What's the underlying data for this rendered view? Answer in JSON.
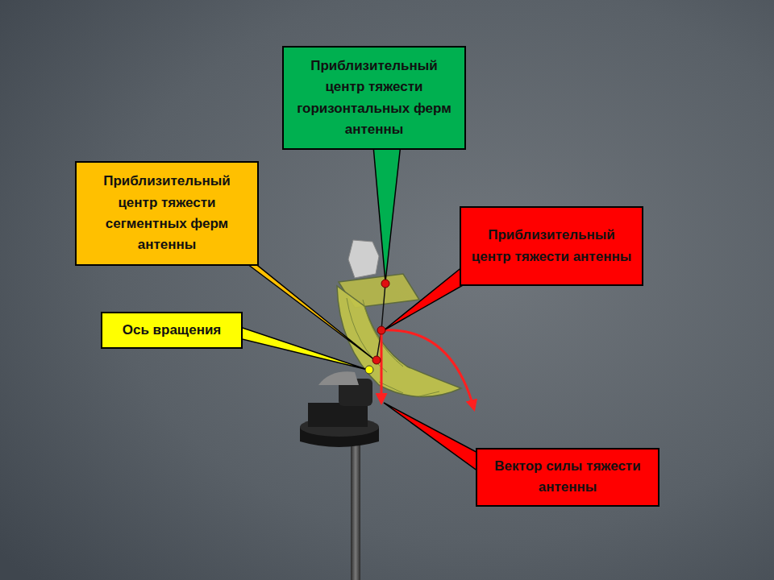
{
  "diagram": {
    "nodes": [
      {
        "text": [
          "Приблизительный центр тяжести горизонтальных ферм антенны"
        ]
      },
      {
        "text": [
          "Приблизительный центр тяжести сегментных ферм антенны"
        ]
      },
      {
        "text": [
          "Приблизительный центр тяжести антенны"
        ]
      },
      {
        "text": [
          "Ось вращения"
        ]
      },
      {
        "text": [
          "Вектор силы тяжести антенны"
        ]
      }
    ]
  }
}
